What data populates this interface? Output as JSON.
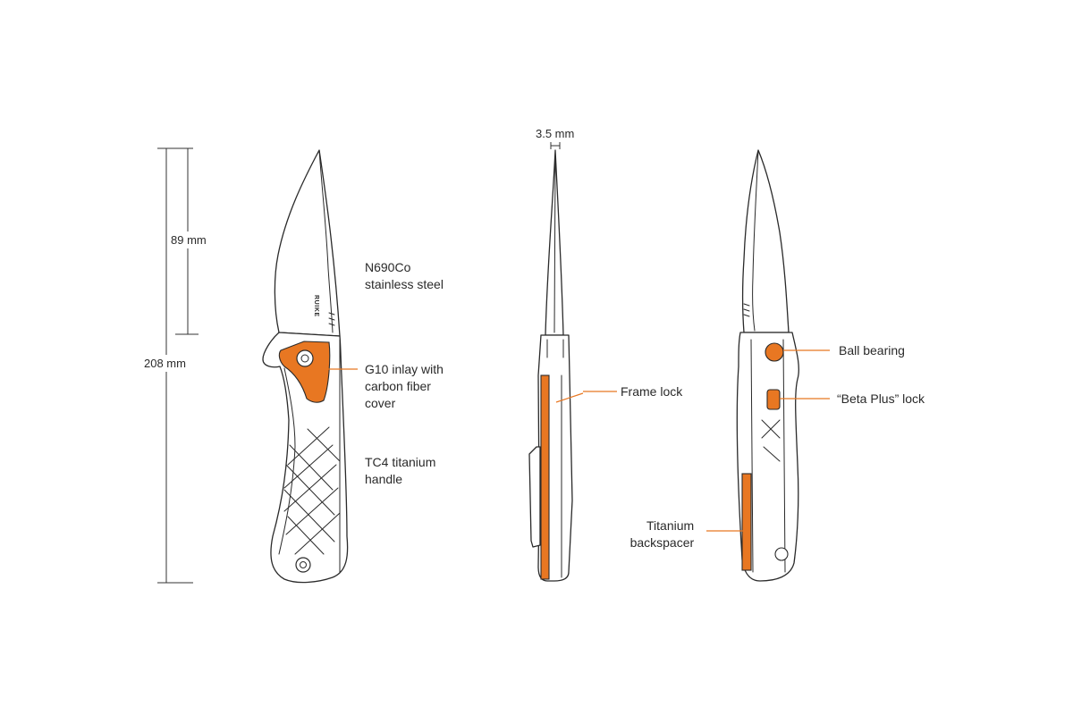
{
  "dimensions": {
    "blade_length": "89 mm",
    "overall_length": "208 mm",
    "blade_thickness": "3.5 mm"
  },
  "callouts": {
    "blade_steel": [
      "N690Co",
      "stainless steel"
    ],
    "inlay": [
      "G10 inlay with",
      "carbon fiber",
      "cover"
    ],
    "handle": [
      "TC4 titanium",
      "handle"
    ],
    "frame_lock": "Frame lock",
    "ball_bearing": "Ball bearing",
    "beta_plus_lock": "“Beta Plus” lock",
    "backspacer": [
      "Titanium",
      "backspacer"
    ]
  },
  "brand_mark": "RUIKE",
  "colors": {
    "accent": "#e87722",
    "line": "#2a2a2a",
    "background": "#ffffff"
  }
}
